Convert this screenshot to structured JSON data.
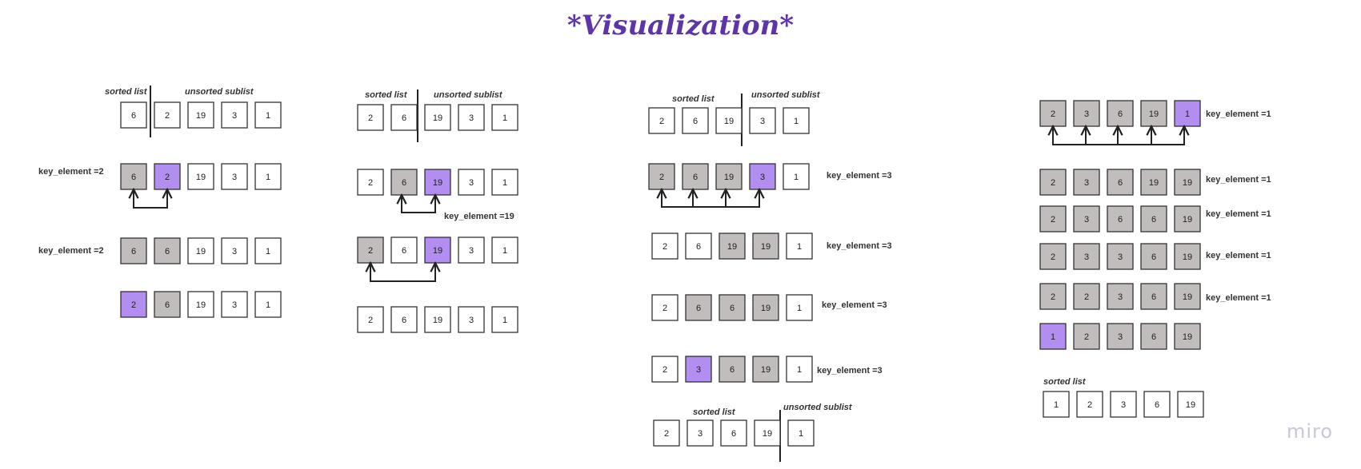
{
  "title": "*Visualization*",
  "watermark": "miro",
  "colors": {
    "gray": "#c2bdbd",
    "purple": "#b28ef0",
    "white": "#ffffff",
    "border": "#333333",
    "title": "#5c35a8"
  },
  "captions": {
    "sorted": "sorted list",
    "unsorted": "unsorted sublist"
  },
  "keys": {
    "k2": "key_element =2",
    "k19": "key_element =19",
    "k3": "key_element =3",
    "k1": "key_element =1"
  },
  "rows": [
    {
      "values": [
        "6",
        "2",
        "19",
        "3",
        "1"
      ],
      "fills": [
        "w",
        "w",
        "w",
        "w",
        "w"
      ]
    },
    {
      "values": [
        "6",
        "2",
        "19",
        "3",
        "1"
      ],
      "fills": [
        "g",
        "p",
        "w",
        "w",
        "w"
      ]
    },
    {
      "values": [
        "6",
        "6",
        "19",
        "3",
        "1"
      ],
      "fills": [
        "g",
        "g",
        "w",
        "w",
        "w"
      ]
    },
    {
      "values": [
        "2",
        "6",
        "19",
        "3",
        "1"
      ],
      "fills": [
        "p",
        "g",
        "w",
        "w",
        "w"
      ]
    },
    {
      "values": [
        "2",
        "6",
        "19",
        "3",
        "1"
      ],
      "fills": [
        "w",
        "w",
        "w",
        "w",
        "w"
      ]
    },
    {
      "values": [
        "2",
        "6",
        "19",
        "3",
        "1"
      ],
      "fills": [
        "w",
        "g",
        "p",
        "w",
        "w"
      ]
    },
    {
      "values": [
        "2",
        "6",
        "19",
        "3",
        "1"
      ],
      "fills": [
        "g",
        "w",
        "p",
        "w",
        "w"
      ]
    },
    {
      "values": [
        "2",
        "6",
        "19",
        "3",
        "1"
      ],
      "fills": [
        "w",
        "w",
        "w",
        "w",
        "w"
      ]
    },
    {
      "values": [
        "2",
        "6",
        "19",
        "3",
        "1"
      ],
      "fills": [
        "w",
        "w",
        "w",
        "w",
        "w"
      ]
    },
    {
      "values": [
        "2",
        "6",
        "19",
        "3",
        "1"
      ],
      "fills": [
        "g",
        "g",
        "g",
        "p",
        "w"
      ]
    },
    {
      "values": [
        "2",
        "6",
        "19",
        "19",
        "1"
      ],
      "fills": [
        "w",
        "w",
        "g",
        "g",
        "w"
      ]
    },
    {
      "values": [
        "2",
        "6",
        "6",
        "19",
        "1"
      ],
      "fills": [
        "w",
        "g",
        "g",
        "g",
        "w"
      ]
    },
    {
      "values": [
        "2",
        "3",
        "6",
        "19",
        "1"
      ],
      "fills": [
        "w",
        "p",
        "g",
        "g",
        "w"
      ]
    },
    {
      "values": [
        "2",
        "3",
        "6",
        "19",
        "1"
      ],
      "fills": [
        "w",
        "w",
        "w",
        "w",
        "w"
      ]
    },
    {
      "values": [
        "2",
        "3",
        "6",
        "19",
        "1"
      ],
      "fills": [
        "g",
        "g",
        "g",
        "g",
        "p"
      ]
    },
    {
      "values": [
        "2",
        "3",
        "6",
        "19",
        "19"
      ],
      "fills": [
        "g",
        "g",
        "g",
        "g",
        "g"
      ]
    },
    {
      "values": [
        "2",
        "3",
        "6",
        "6",
        "19"
      ],
      "fills": [
        "g",
        "g",
        "g",
        "g",
        "g"
      ]
    },
    {
      "values": [
        "2",
        "3",
        "3",
        "6",
        "19"
      ],
      "fills": [
        "g",
        "g",
        "g",
        "g",
        "g"
      ]
    },
    {
      "values": [
        "2",
        "2",
        "3",
        "6",
        "19"
      ],
      "fills": [
        "g",
        "g",
        "g",
        "g",
        "g"
      ]
    },
    {
      "values": [
        "1",
        "2",
        "3",
        "6",
        "19"
      ],
      "fills": [
        "p",
        "g",
        "g",
        "g",
        "g"
      ]
    },
    {
      "values": [
        "1",
        "2",
        "3",
        "6",
        "19"
      ],
      "fills": [
        "w",
        "w",
        "w",
        "w",
        "w"
      ]
    }
  ]
}
